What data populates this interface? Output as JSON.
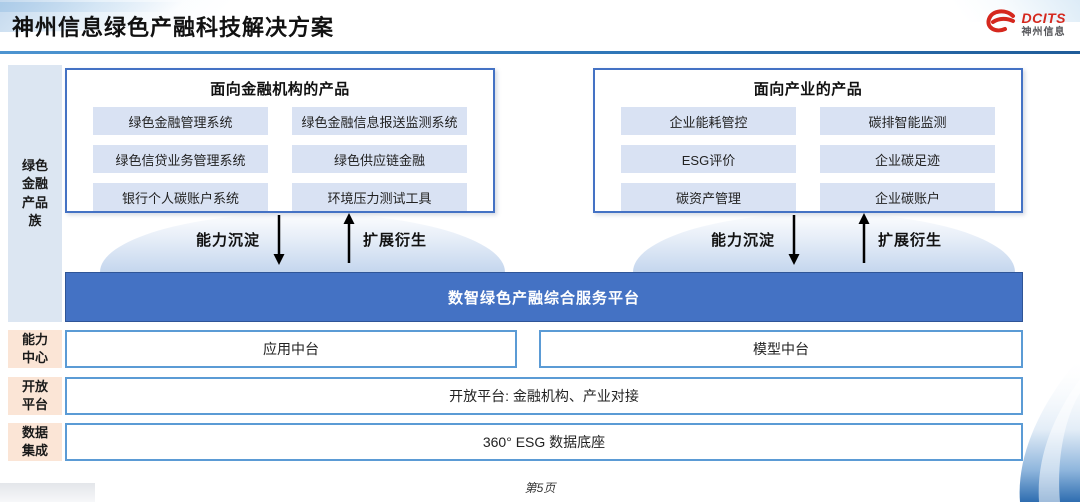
{
  "page": {
    "title": "神州信息绿色产融科技解决方案",
    "page_number": "第5页"
  },
  "logo": {
    "brand": "DCITS",
    "company": "神州信息"
  },
  "sidebar": {
    "family_label": "绿色金融产品族",
    "capability_label": "能力中心",
    "open_label": "开放平台",
    "data_label": "数据集成"
  },
  "institution_box": {
    "title": "面向金融机构的产品",
    "items": [
      "绿色金融管理系统",
      "绿色金融信息报送监测系统",
      "绿色信贷业务管理系统",
      "绿色供应链金融",
      "银行个人碳账户系统",
      "环境压力测试工具"
    ]
  },
  "industry_box": {
    "title": "面向产业的产品",
    "items": [
      "企业能耗管控",
      "碳排智能监测",
      "ESG评价",
      "企业碳足迹",
      "碳资产管理",
      "企业碳账户"
    ]
  },
  "flow": {
    "down_label": "能力沉淀",
    "up_label": "扩展衍生"
  },
  "platform": {
    "title": "数智绿色产融综合服务平台"
  },
  "middle_row": {
    "app_cell": "应用中台",
    "model_cell": "模型中台"
  },
  "open_row": {
    "text": "开放平台: 金融机构、产业对接"
  },
  "data_row": {
    "text": "360° ESG 数据底座"
  },
  "colors": {
    "accent_blue": "#4472C4",
    "border_blue": "#5B9BD5",
    "item_fill": "#D9E2F3",
    "sidebar_fill": "#DCE6F2",
    "peach_fill": "#FBE5D6",
    "logo_red": "#D5281E",
    "header_line": "#2E75B6"
  }
}
